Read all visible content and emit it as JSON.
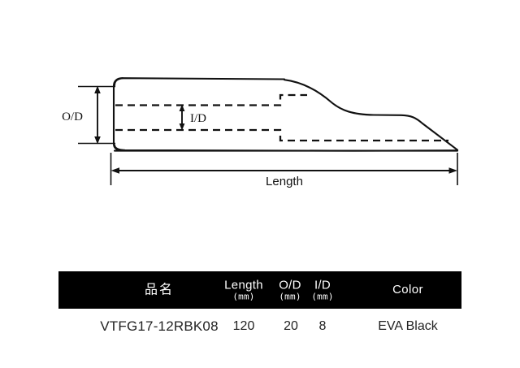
{
  "diagram": {
    "labels": {
      "od": "O/D",
      "id": "I/D",
      "length": "Length"
    }
  },
  "table": {
    "headers": {
      "name": "品名",
      "length_main": "Length",
      "length_unit": "(mm)",
      "od_main": "O/D",
      "od_unit": "(mm)",
      "id_main": "I/D",
      "id_unit": "(mm)",
      "color": "Color"
    },
    "rows": [
      {
        "name": "VTFG17-12RBK08",
        "length": "120",
        "od": "20",
        "id": "8",
        "color": "EVA Black"
      }
    ],
    "header_background": "#000000",
    "header_text_color": "#ffffff"
  },
  "chart_data": {
    "type": "table",
    "title": "",
    "columns": [
      "品名",
      "Length (mm)",
      "O/D (mm)",
      "I/D (mm)",
      "Color"
    ],
    "rows": [
      [
        "VTFG17-12RBK08",
        120,
        20,
        8,
        "EVA Black"
      ]
    ]
  }
}
